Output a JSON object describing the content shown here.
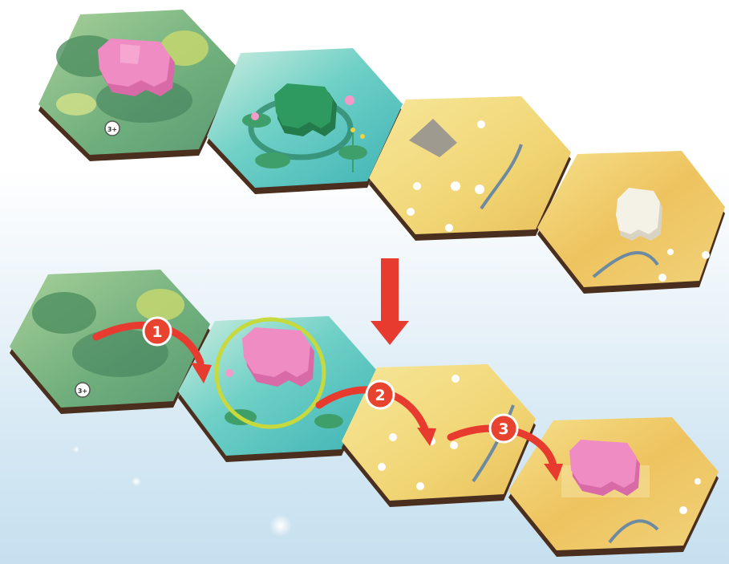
{
  "illustration": {
    "before_row": {
      "tiles": [
        {
          "terrain": "forest",
          "meeple": "pink",
          "icon_text": "3+"
        },
        {
          "terrain": "pond",
          "meeple": "green"
        },
        {
          "terrain": "meadow"
        },
        {
          "terrain": "meadow",
          "meeple": "white"
        }
      ]
    },
    "transition_arrow": {
      "direction": "down",
      "color": "#e63b2e"
    },
    "after_row": {
      "tiles": [
        {
          "terrain": "forest",
          "icon_text": "3+"
        },
        {
          "terrain": "pond",
          "meeple": "pink",
          "highlight": "ring"
        },
        {
          "terrain": "meadow"
        },
        {
          "terrain": "meadow",
          "meeple": "pink"
        }
      ],
      "steps": [
        "1",
        "2",
        "3"
      ]
    }
  },
  "colors": {
    "arrow": "#e63b2e",
    "step_badge": "#e8432f",
    "highlight_ring": "#c7d93c",
    "meeple_pink": "#f08cc4",
    "meeple_green": "#2f9a5f",
    "meeple_white": "#f4f1e6",
    "forest": "#6fae7c",
    "pond": "#5ec6c2",
    "meadow": "#f1d574"
  }
}
